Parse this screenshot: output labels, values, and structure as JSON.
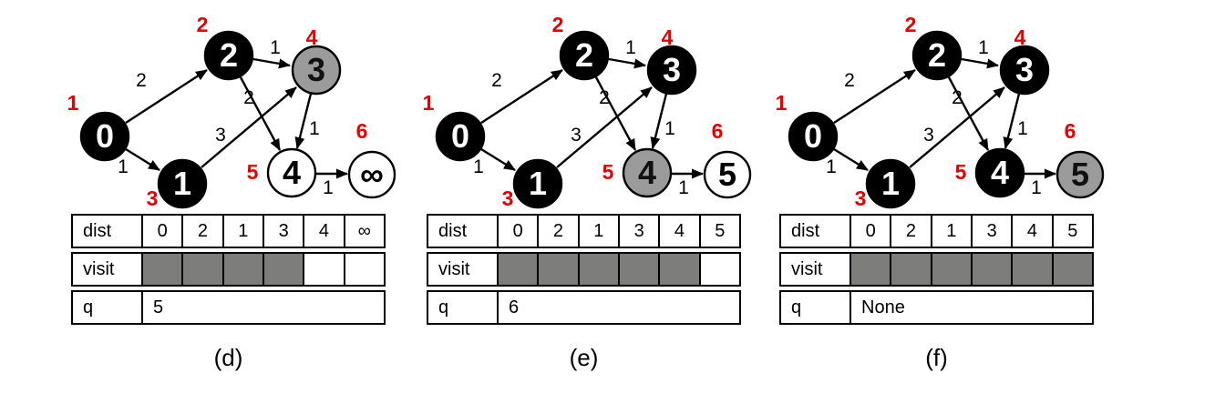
{
  "colors": {
    "node_black": "#000000",
    "node_gray": "#9b9b9b",
    "node_white": "#ffffff",
    "visited_cell_gray": "#7d7d7b",
    "index_label_red": "#e60000"
  },
  "labels": {
    "dist": "dist",
    "visit": "visit",
    "q": "q"
  },
  "panels": [
    {
      "caption": "(d)",
      "graph": {
        "nodes": [
          {
            "label": "0",
            "red_index": "1",
            "fill": "#000000",
            "text_color": "#ffffff"
          },
          {
            "label": "1",
            "red_index": "3",
            "fill": "#000000",
            "text_color": "#ffffff"
          },
          {
            "label": "2",
            "red_index": "2",
            "fill": "#000000",
            "text_color": "#ffffff"
          },
          {
            "label": "3",
            "red_index": "4",
            "fill": "#9b9b9b",
            "text_color": "#111111"
          },
          {
            "label": "4",
            "red_index": "5",
            "fill": "#ffffff",
            "text_color": "#000000"
          },
          {
            "label": "∞",
            "red_index": "6",
            "fill": "#ffffff",
            "text_color": "#000000"
          }
        ],
        "edge_weights": [
          "2",
          "1",
          "1",
          "2",
          "3",
          "1",
          "1"
        ]
      },
      "table": {
        "dist": [
          "0",
          "2",
          "1",
          "3",
          "4",
          "∞"
        ],
        "visit": [
          true,
          true,
          true,
          true,
          false,
          false
        ],
        "q": "5"
      }
    },
    {
      "caption": "(e)",
      "graph": {
        "nodes": [
          {
            "label": "0",
            "red_index": "1",
            "fill": "#000000",
            "text_color": "#ffffff"
          },
          {
            "label": "1",
            "red_index": "3",
            "fill": "#000000",
            "text_color": "#ffffff"
          },
          {
            "label": "2",
            "red_index": "2",
            "fill": "#000000",
            "text_color": "#ffffff"
          },
          {
            "label": "3",
            "red_index": "4",
            "fill": "#000000",
            "text_color": "#ffffff"
          },
          {
            "label": "4",
            "red_index": "5",
            "fill": "#9b9b9b",
            "text_color": "#111111"
          },
          {
            "label": "5",
            "red_index": "6",
            "fill": "#ffffff",
            "text_color": "#000000"
          }
        ],
        "edge_weights": [
          "2",
          "1",
          "1",
          "2",
          "3",
          "1",
          "1"
        ]
      },
      "table": {
        "dist": [
          "0",
          "2",
          "1",
          "3",
          "4",
          "5"
        ],
        "visit": [
          true,
          true,
          true,
          true,
          true,
          false
        ],
        "q": "6"
      }
    },
    {
      "caption": "(f)",
      "graph": {
        "nodes": [
          {
            "label": "0",
            "red_index": "1",
            "fill": "#000000",
            "text_color": "#ffffff"
          },
          {
            "label": "1",
            "red_index": "3",
            "fill": "#000000",
            "text_color": "#ffffff"
          },
          {
            "label": "2",
            "red_index": "2",
            "fill": "#000000",
            "text_color": "#ffffff"
          },
          {
            "label": "3",
            "red_index": "4",
            "fill": "#000000",
            "text_color": "#ffffff"
          },
          {
            "label": "4",
            "red_index": "5",
            "fill": "#000000",
            "text_color": "#ffffff"
          },
          {
            "label": "5",
            "red_index": "6",
            "fill": "#9b9b9b",
            "text_color": "#111111"
          }
        ],
        "edge_weights": [
          "2",
          "1",
          "1",
          "2",
          "3",
          "1",
          "1"
        ]
      },
      "table": {
        "dist": [
          "0",
          "2",
          "1",
          "3",
          "4",
          "5"
        ],
        "visit": [
          true,
          true,
          true,
          true,
          true,
          true
        ],
        "q": "None"
      }
    }
  ]
}
